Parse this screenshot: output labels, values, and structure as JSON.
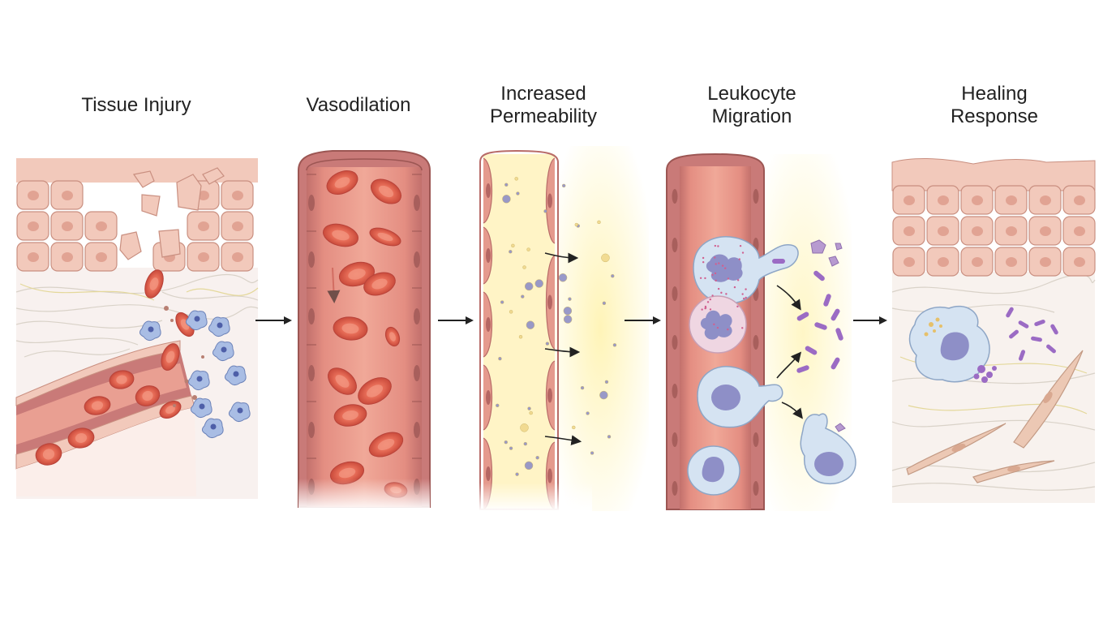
{
  "stages": [
    {
      "id": "tissue-injury",
      "title": "Tissue Injury"
    },
    {
      "id": "vasodilation",
      "title": "Vasodilation"
    },
    {
      "id": "increased-permeability",
      "title": "Increased\nPermeability"
    },
    {
      "id": "leukocyte-migration",
      "title": "Leukocyte\nMigration"
    },
    {
      "id": "healing-response",
      "title": "Healing\nResponse"
    }
  ],
  "colors": {
    "cell_fill": "#f2c9bb",
    "cell_stroke": "#c98f80",
    "nucleus": "#e1a393",
    "vessel_wall": "#c97a78",
    "vessel_inner": "#e99f92",
    "rbc": "#e4624f",
    "leukocyte": "#d5e3f2",
    "leukocyte_nucleus": "#8e8fc7",
    "bacteria": "#9b6bc4",
    "fibroblast": "#ecc8b4",
    "exudate": "#fff1b8",
    "arrow": "#222222"
  }
}
